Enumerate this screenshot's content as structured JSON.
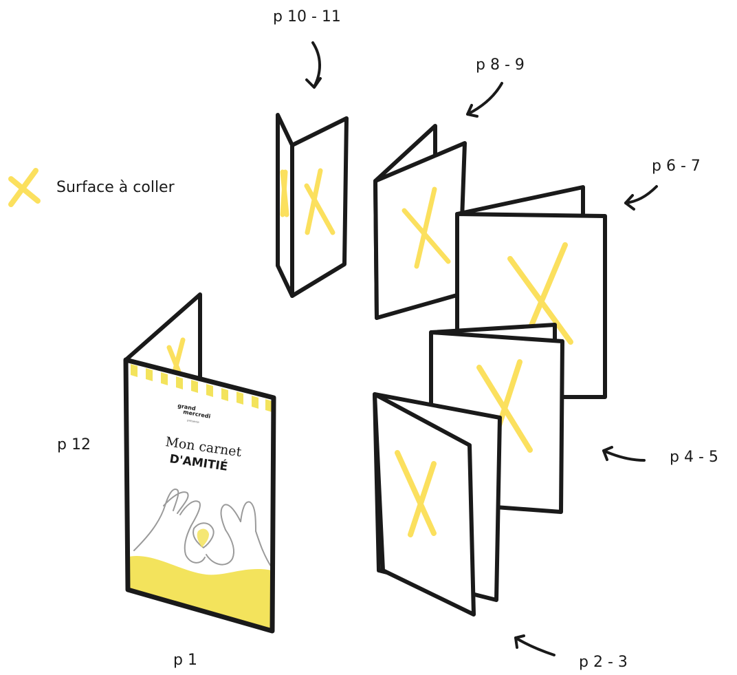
{
  "legend": {
    "label": "Surface à coller",
    "mark_icon": "cross-mark-icon"
  },
  "page_labels": {
    "p10_11": "p 10 - 11",
    "p8_9": "p 8 - 9",
    "p6_7": "p 6 - 7",
    "p4_5": "p 4 - 5",
    "p2_3": "p 2 - 3",
    "p12": "p 12",
    "p1": "p 1"
  },
  "cover": {
    "brand_line1": "grand",
    "brand_line2": "mercredi",
    "presents": "présente",
    "title": "Mon carnet",
    "subtitle": "D'AMITIÉ"
  },
  "colors": {
    "outline": "#1a1a1a",
    "glue_mark": "#fbe05e",
    "cover_fill": "#f3e35c",
    "paper": "#ffffff"
  }
}
